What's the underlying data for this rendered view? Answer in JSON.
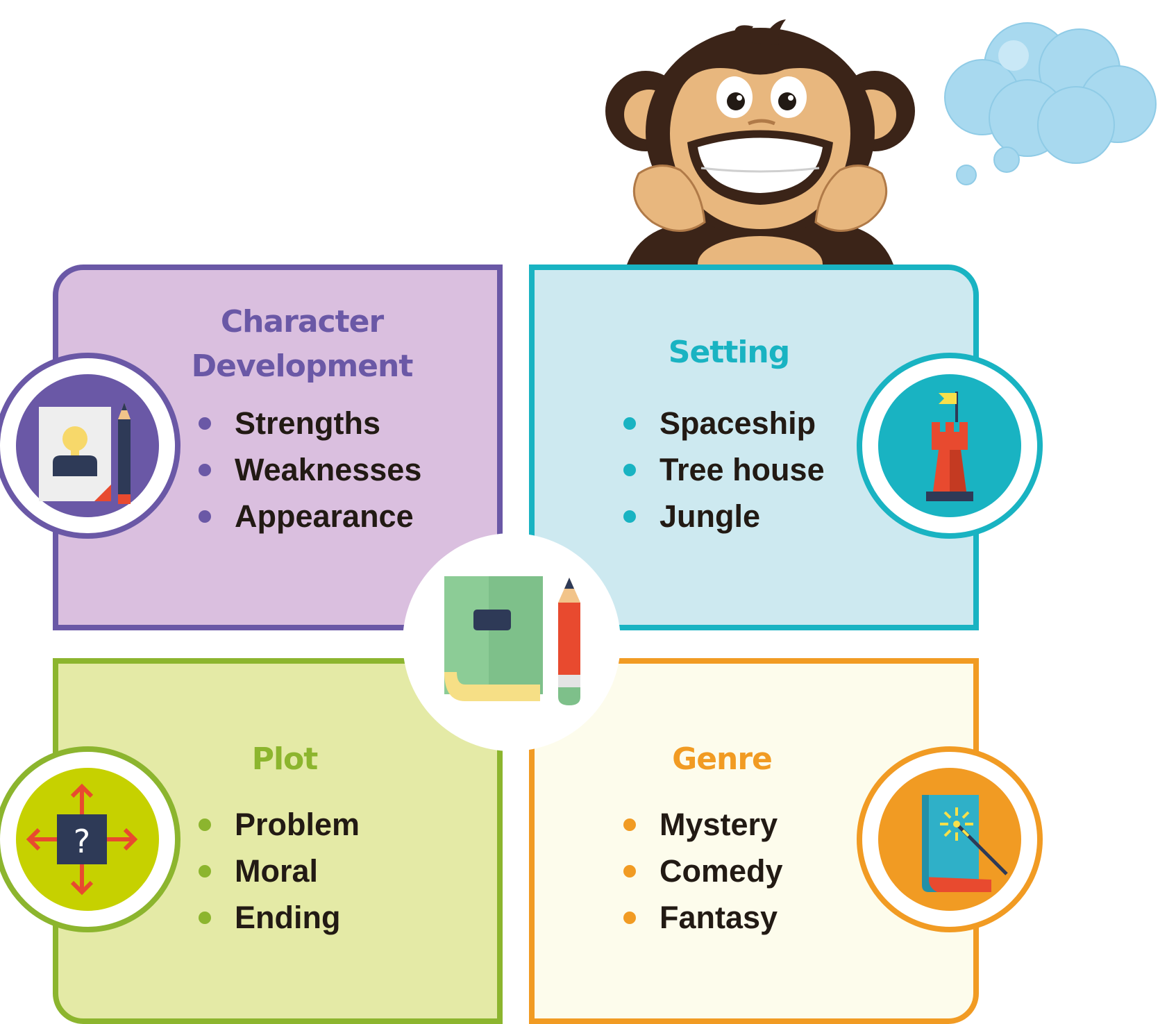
{
  "quadrants": {
    "character": {
      "title_line1": "Character",
      "title_line2": "Development",
      "items": [
        "Strengths",
        "Weaknesses",
        "Appearance"
      ],
      "color": "#6a58a6",
      "fill": "#dabfdf",
      "icon": "portrait-pencil-icon"
    },
    "setting": {
      "title": "Setting",
      "items": [
        "Spaceship",
        "Tree house",
        "Jungle"
      ],
      "color": "#19b3c2",
      "fill": "#cde9f0",
      "icon": "tower-flag-icon"
    },
    "plot": {
      "title": "Plot",
      "items": [
        "Problem",
        "Moral",
        "Ending"
      ],
      "color": "#8cb52e",
      "fill": "#e4eaa6",
      "icon": "question-arrows-icon"
    },
    "genre": {
      "title": "Genre",
      "items": [
        "Mystery",
        "Comedy",
        "Fantasy"
      ],
      "color": "#f19b23",
      "fill": "#fdfcec",
      "icon": "magic-book-icon"
    }
  },
  "center": {
    "icon": "book-pencil-icon"
  },
  "mascot": {
    "icon": "monkey-mascot-icon"
  },
  "thought": {
    "icon": "thought-cloud-icon",
    "color": "#a8d9ef"
  }
}
